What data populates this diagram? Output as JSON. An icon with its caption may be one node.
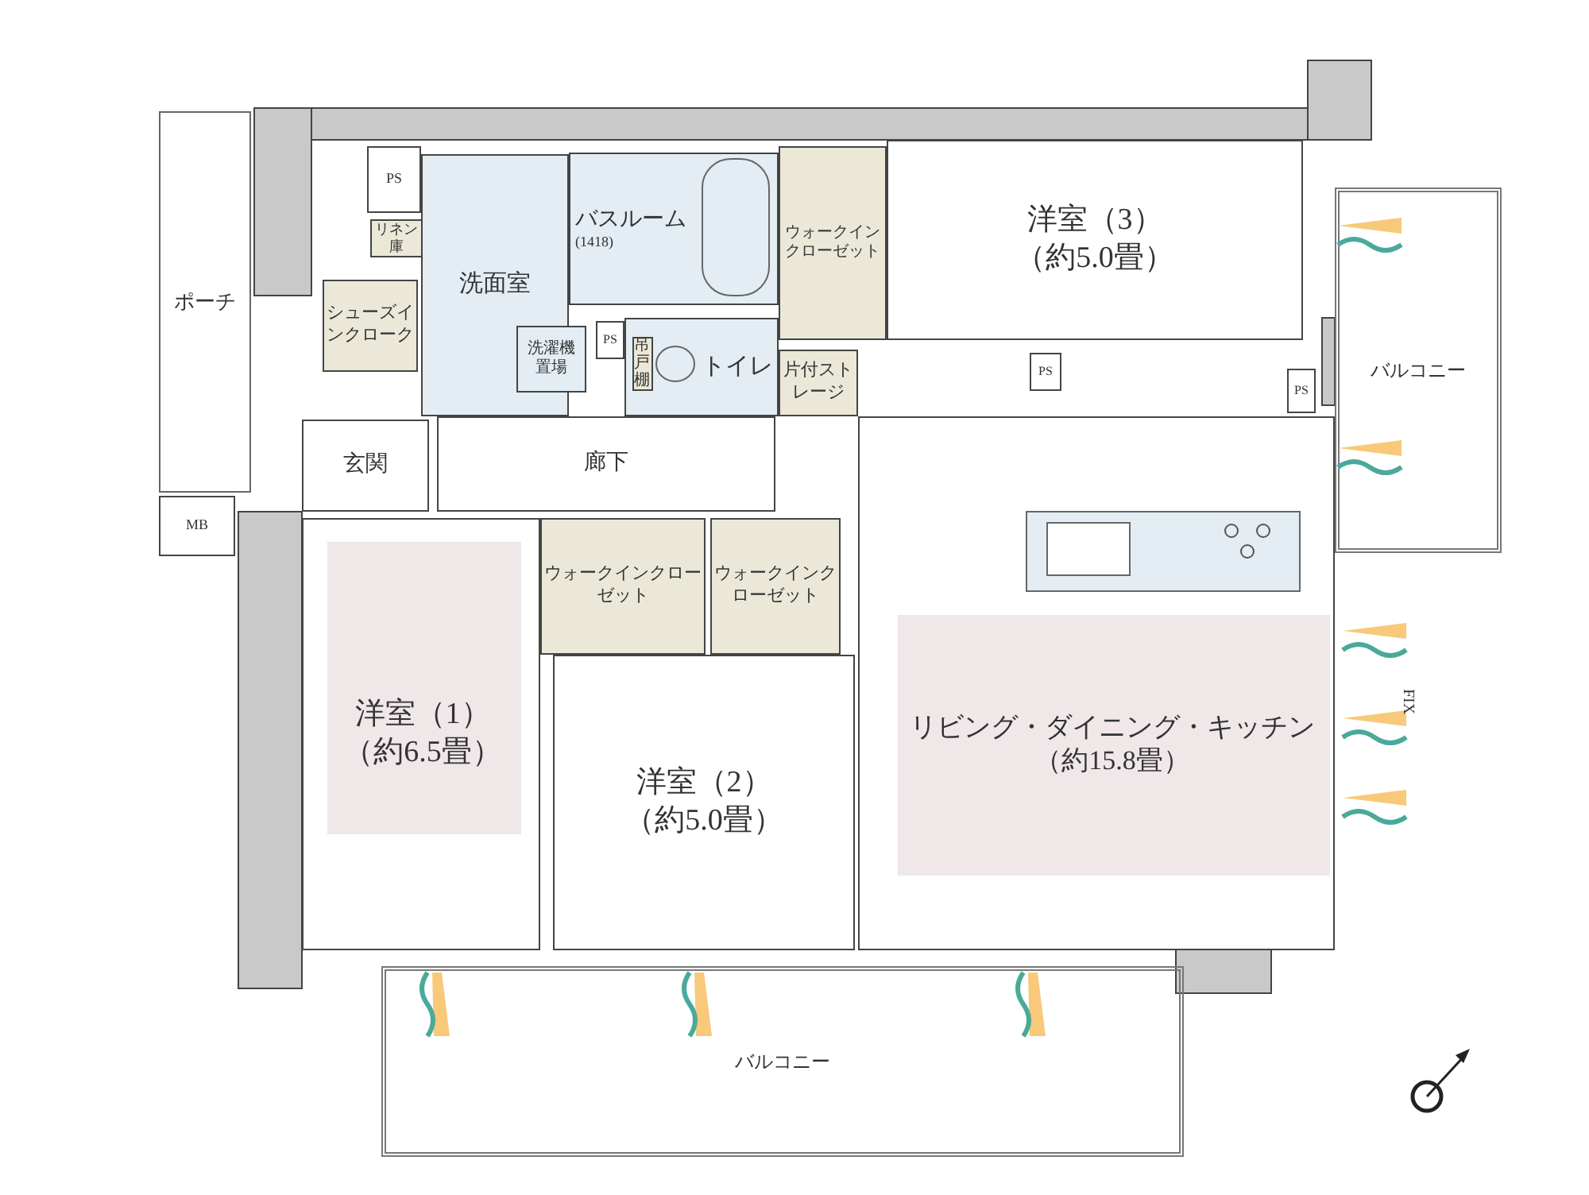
{
  "diagram": {
    "nodes": [
      {
        "text": [
          "PS"
        ]
      },
      {
        "text": [
          "バスルーム",
          "(1418)"
        ]
      },
      {
        "text": [
          "ウォークインクローゼット"
        ]
      },
      {
        "text": [
          "洋室（3）",
          "（約5.0畳）"
        ]
      },
      {
        "text": [
          "ポーチ"
        ]
      },
      {
        "text": [
          "リネン庫"
        ]
      },
      {
        "text": [
          "洗面室"
        ]
      },
      {
        "text": [
          "シューズインクローク"
        ]
      },
      {
        "text": [
          "洗濯機置場"
        ]
      },
      {
        "text": [
          "PS"
        ]
      },
      {
        "text": [
          "トイレ"
        ]
      },
      {
        "text": [
          "吊戸棚"
        ],
        "in": 10
      },
      {
        "text": [
          "片付ストレージ"
        ]
      },
      {
        "text": [
          "PS"
        ]
      },
      {
        "text": [
          "PS"
        ]
      },
      {
        "text": [
          "バルコニー"
        ]
      },
      {
        "text": [
          "玄関"
        ]
      },
      {
        "text": [
          "廊下"
        ]
      },
      {
        "text": [
          "MB"
        ]
      },
      {
        "text": [
          "ウォークインクローゼット"
        ]
      },
      {
        "text": [
          "ウォークインクローゼット"
        ]
      },
      {
        "text": [
          "洋室（1）",
          "（約6.5畳）"
        ]
      },
      {
        "text": [
          "洋室（2）",
          "（約5.0畳）"
        ]
      },
      {
        "text": [
          "リビング・ダイニング・キッチン",
          "（約15.8畳）"
        ]
      },
      {
        "text": [
          "バルコニー"
        ]
      }
    ],
    "labels": [
      "FIX"
    ]
  }
}
